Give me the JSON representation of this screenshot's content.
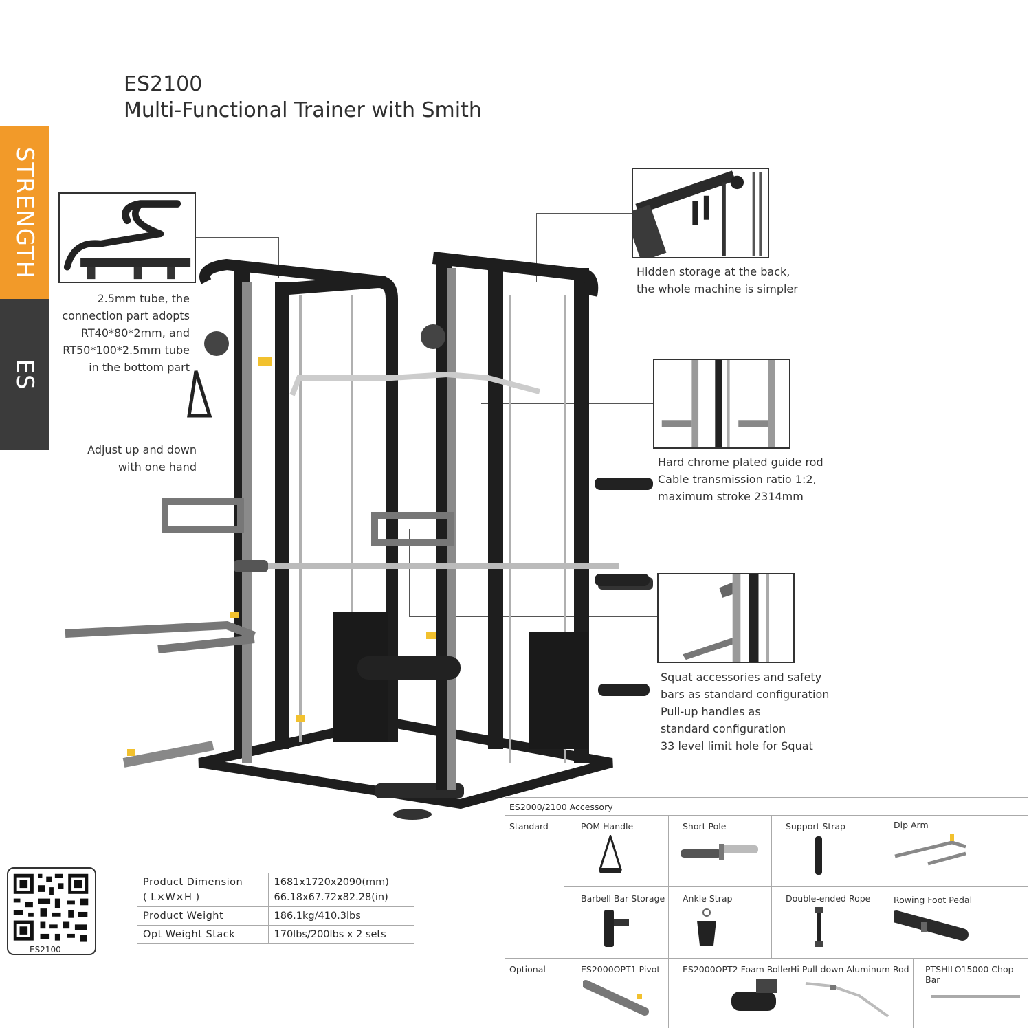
{
  "sidebar": {
    "category": "STRENGTH",
    "series": "ES"
  },
  "header": {
    "model": "ES2100",
    "name": "Multi-Functional Trainer with Smith"
  },
  "callouts": {
    "tube": [
      "2.5mm tube, the",
      "connection part adopts",
      "RT40*80*2mm, and",
      "RT50*100*2.5mm tube",
      "in the bottom part"
    ],
    "adjust": [
      "Adjust up and down",
      "with one hand"
    ],
    "storage": [
      "Hidden storage at the back,",
      "the whole machine is simpler"
    ],
    "guide": [
      "Hard chrome plated guide rod",
      "Cable transmission ratio 1:2,",
      "maximum stroke 2314mm"
    ],
    "squat": [
      "Squat accessories and safety",
      "bars as standard configuration",
      "Pull-up handles as",
      "standard configuration",
      "33 level limit hole for Squat"
    ]
  },
  "qr_label": "ES2100",
  "specs": [
    {
      "label": [
        "Product Dimension",
        "( L×W×H )"
      ],
      "value": [
        "1681x1720x2090(mm)",
        "66.18x67.72x82.28(in)"
      ]
    },
    {
      "label": [
        "Product Weight"
      ],
      "value": [
        "186.1kg/410.3lbs"
      ]
    },
    {
      "label": [
        "Opt Weight Stack"
      ],
      "value": [
        "170lbs/200lbs x 2 sets"
      ]
    }
  ],
  "accessory": {
    "heading": "ES2000/2100 Accessory",
    "standard_label": "Standard",
    "optional_label": "Optional",
    "standard": [
      "POM Handle",
      "Short Pole",
      "Support Strap",
      "Dip Arm",
      "Barbell Bar Storage",
      "Ankle Strap",
      "Double-ended Rope",
      "Rowing Foot Pedal"
    ],
    "optional": [
      "ES2000OPT1 Pivot",
      "ES2000OPT2 Foam Roller",
      "Hi Pull-down Aluminum Rod",
      "PTSHILO15000 Chop Bar"
    ]
  },
  "colors": {
    "accent": "#f29a29",
    "dark": "#3b3b3b",
    "frame": "#1e1e1e",
    "steel": "#8a8a8a",
    "yellow": "#f2c12e"
  },
  "icons": [
    "machine-illustration",
    "qr-code"
  ]
}
